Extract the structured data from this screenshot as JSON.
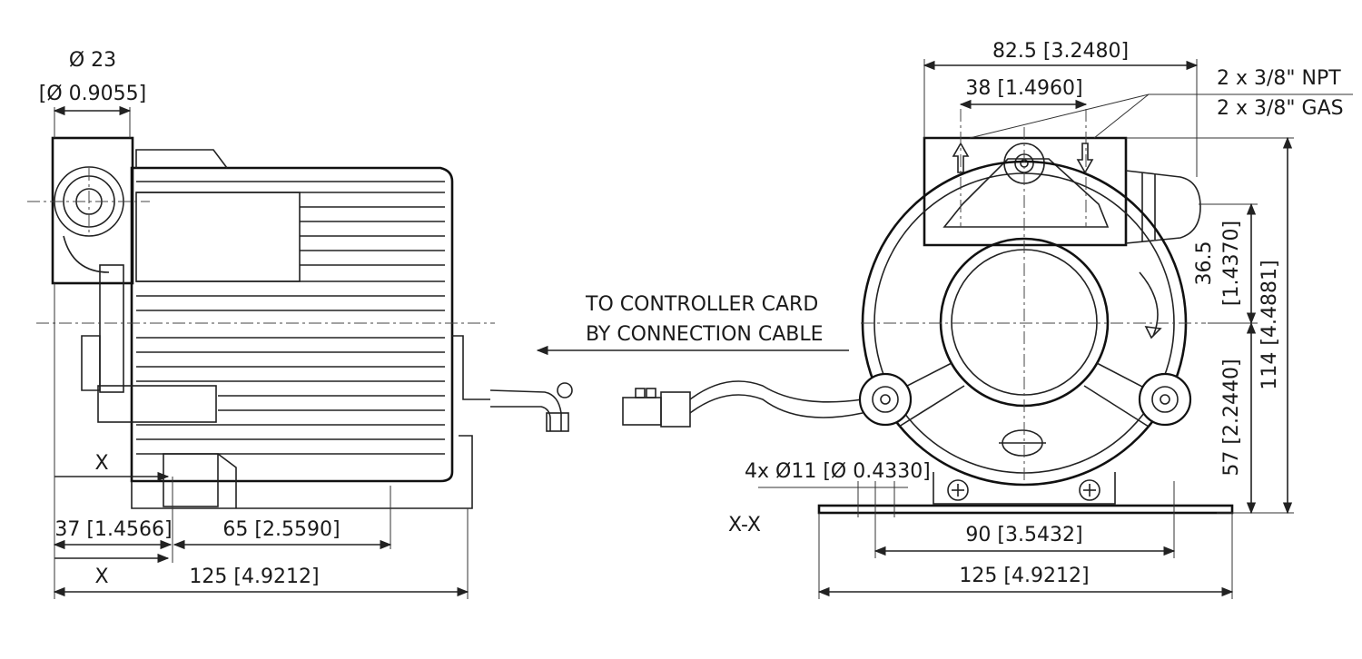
{
  "side_view": {
    "dia_top": "Ø 23",
    "dia_top_in": "[Ø 0.9055]",
    "dim_37": "37 [1.4566]",
    "dim_65": "65 [2.5590]",
    "dim_125": "125 [4.9212]",
    "section_mark_top": "X",
    "section_mark_bottom": "X"
  },
  "note": {
    "line1": "TO CONTROLLER CARD",
    "line2": "BY CONNECTION CABLE"
  },
  "front_view": {
    "dim_82": "82.5 [3.2480]",
    "dim_38": "38 [1.4960]",
    "port_npt": "2 x 3/8\" NPT",
    "port_gas": "2 x 3/8\" GAS",
    "dim_36": "36.5",
    "dim_36_in": "[1.4370]",
    "dim_114": "114 [4.4881]",
    "dim_57": "57 [2.2440]",
    "holes": "4x Ø11 [Ø 0.4330]",
    "section_label": "X-X",
    "dim_90": "90 [3.5432]",
    "dim_125": "125 [4.9212]"
  }
}
